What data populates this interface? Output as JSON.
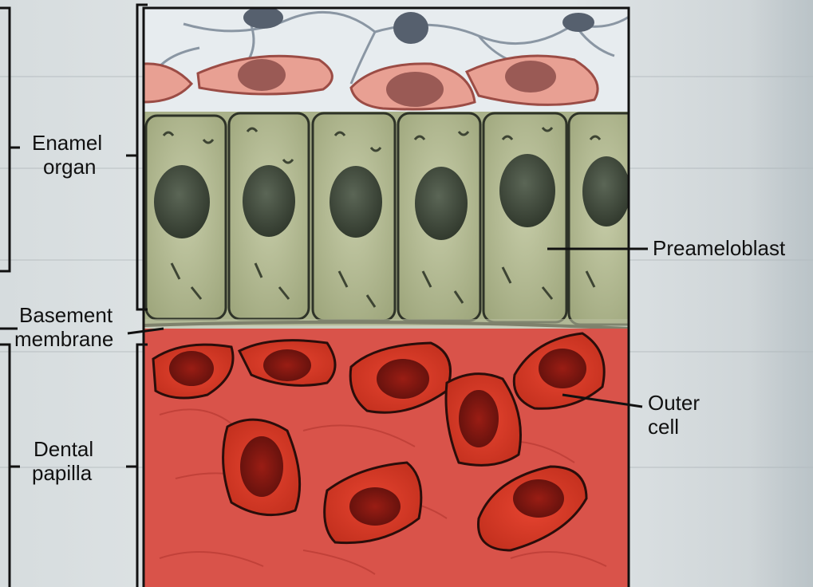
{
  "labels": {
    "enamel_organ": [
      "Enamel",
      "organ"
    ],
    "preameloblast": "Preameloblast",
    "basement_membrane": [
      "Basement",
      "membrane"
    ],
    "outer_cell": [
      "Outer",
      "cell"
    ],
    "dental_papilla": [
      "Dental",
      "papilla"
    ]
  },
  "colors": {
    "background": "#dfe4e6",
    "frame": "#111111",
    "fibroblast_pink": "#e8a093",
    "preameloblast_green": "#b9c199",
    "papilla_red": "#d9534a",
    "papilla_cell": "#d8321f",
    "nucleus_dark": "#3f4a3a"
  }
}
